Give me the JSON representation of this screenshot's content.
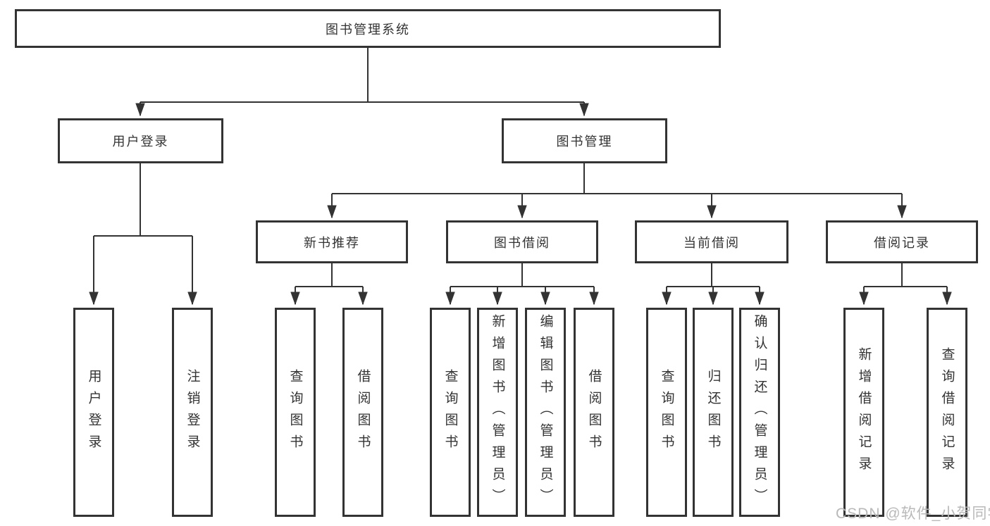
{
  "diagram": {
    "root": {
      "label": "图书管理系统"
    },
    "branches": [
      {
        "label": "用户登录",
        "children": [
          {
            "label": "用户登录"
          },
          {
            "label": "注销登录"
          }
        ]
      },
      {
        "label": "图书管理",
        "children": [
          {
            "label": "新书推荐",
            "children": [
              {
                "label": "查询图书"
              },
              {
                "label": "借阅图书"
              }
            ]
          },
          {
            "label": "图书借阅",
            "children": [
              {
                "label": "查询图书"
              },
              {
                "label": "新增图书（管理员）"
              },
              {
                "label": "编辑图书（管理员）"
              },
              {
                "label": "借阅图书"
              }
            ]
          },
          {
            "label": "当前借阅",
            "children": [
              {
                "label": "查询图书"
              },
              {
                "label": "归还图书"
              },
              {
                "label": "确认归还（管理员）"
              }
            ]
          },
          {
            "label": "借阅记录",
            "children": [
              {
                "label": "新增借阅记录"
              },
              {
                "label": "查询借阅记录"
              }
            ]
          }
        ]
      }
    ]
  },
  "watermark": {
    "text": "CSDN @软件_小贺同学"
  },
  "colors": {
    "line": "#333333",
    "box_border": "#333333",
    "box_background": "#ffffff",
    "text": "#333333",
    "watermark": "#b9b9b9"
  }
}
